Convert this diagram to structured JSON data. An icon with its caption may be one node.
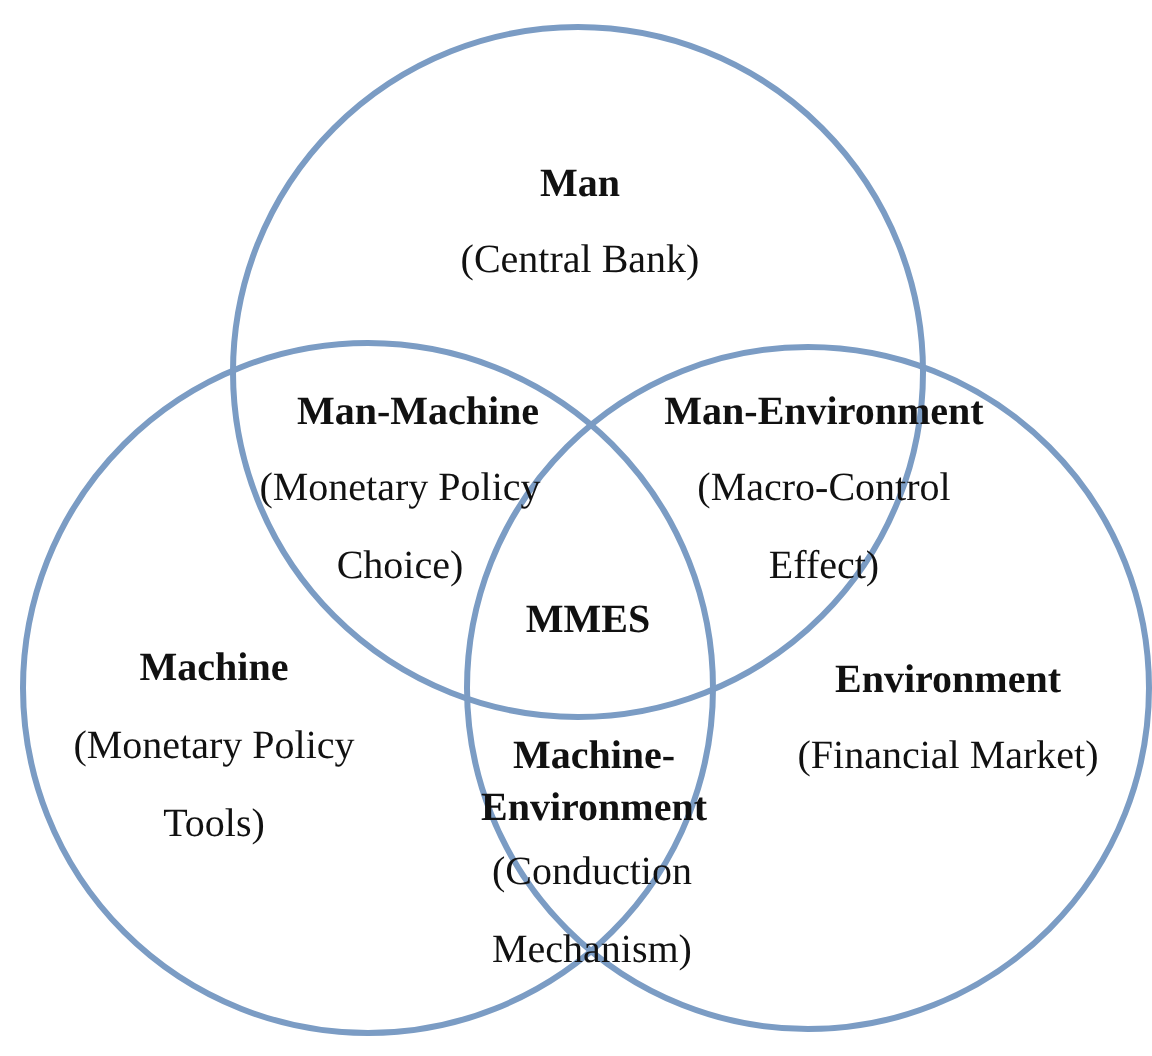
{
  "diagram": {
    "nodes": [
      {
        "text": [
          "Man",
          "(Central Bank)"
        ]
      },
      {
        "text": [
          "Machine",
          "(Monetary Policy Tools)"
        ]
      },
      {
        "text": [
          "Environment",
          "(Financial Market)"
        ]
      }
    ],
    "labels": [
      "Man-Machine",
      "(Monetary Policy Choice)",
      "Man-Environment",
      "(Macro-Control Effect)",
      "MMES",
      "Machine-Environment",
      "(Conduction Mechanism)"
    ]
  }
}
